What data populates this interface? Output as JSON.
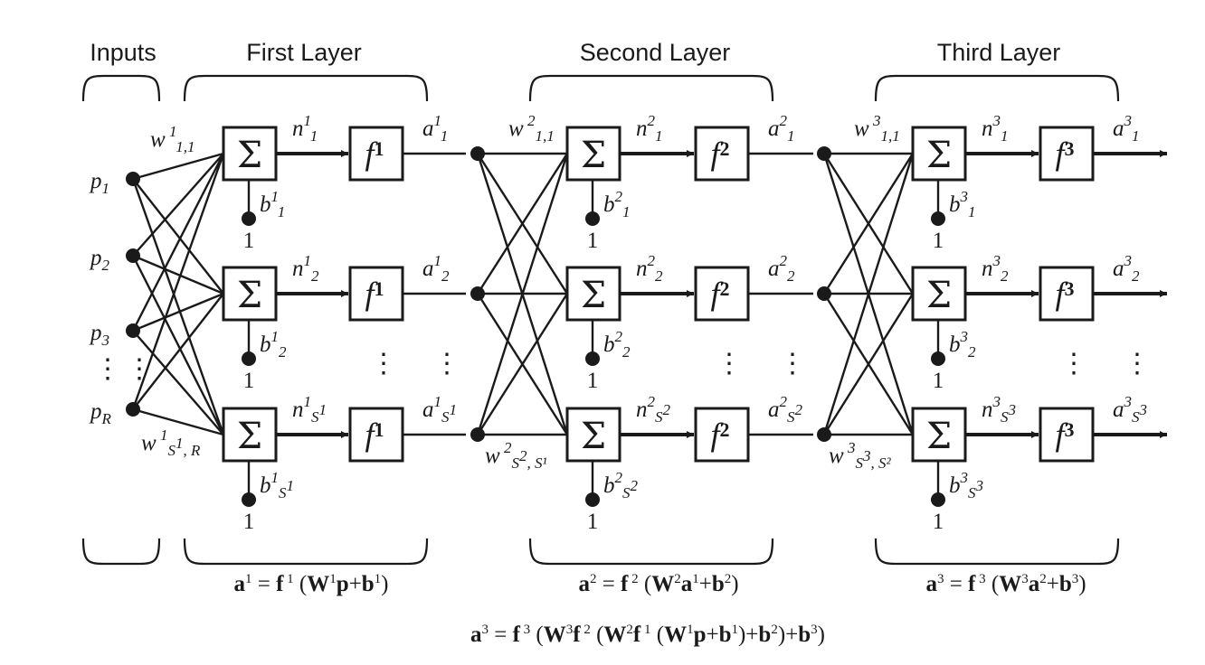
{
  "headers": {
    "inputs": "Inputs",
    "first_layer": "First Layer",
    "second_layer": "Second Layer",
    "third_layer": "Third Layer"
  },
  "symbols": {
    "sum": "Σ",
    "bias_input": "1",
    "vertical_dots": "⋮"
  },
  "inputs": [
    {
      "base": "p",
      "sub": "1"
    },
    {
      "base": "p",
      "sub": "2"
    },
    {
      "base": "p",
      "sub": "3"
    },
    {
      "base": "p",
      "sub": "R"
    }
  ],
  "layers": [
    {
      "f_base": "f",
      "f_sup": "1",
      "weight_top": {
        "base": "w",
        "sup": "1",
        "sub": "1,1"
      },
      "weight_bottom": {
        "base": "w",
        "sup": "1",
        "sub": "S",
        "subsup": "1",
        "tail": ", R"
      },
      "neurons": [
        {
          "n": {
            "base": "n",
            "sup": "1",
            "sub": "1"
          },
          "a": {
            "base": "a",
            "sup": "1",
            "sub": "1"
          },
          "b": {
            "base": "b",
            "sup": "1",
            "sub": "1"
          }
        },
        {
          "n": {
            "base": "n",
            "sup": "1",
            "sub": "2"
          },
          "a": {
            "base": "a",
            "sup": "1",
            "sub": "2"
          },
          "b": {
            "base": "b",
            "sup": "1",
            "sub": "2"
          }
        },
        {
          "n": {
            "base": "n",
            "sup": "1",
            "sub": "S",
            "subsup": "1"
          },
          "a": {
            "base": "a",
            "sup": "1",
            "sub": "S",
            "subsup": "1"
          },
          "b": {
            "base": "b",
            "sup": "1",
            "sub": "S",
            "subsup": "1"
          }
        }
      ],
      "equation": "a¹ = f ¹ (W¹p + b¹)"
    },
    {
      "f_base": "f",
      "f_sup": "2",
      "weight_top": {
        "base": "w",
        "sup": "2",
        "sub": "1,1"
      },
      "weight_bottom": {
        "base": "w",
        "sup": "2",
        "sub": "S",
        "subsup": "2",
        "tail": ", S¹"
      },
      "neurons": [
        {
          "n": {
            "base": "n",
            "sup": "2",
            "sub": "1"
          },
          "a": {
            "base": "a",
            "sup": "2",
            "sub": "1"
          },
          "b": {
            "base": "b",
            "sup": "2",
            "sub": "1"
          }
        },
        {
          "n": {
            "base": "n",
            "sup": "2",
            "sub": "2"
          },
          "a": {
            "base": "a",
            "sup": "2",
            "sub": "2"
          },
          "b": {
            "base": "b",
            "sup": "2",
            "sub": "2"
          }
        },
        {
          "n": {
            "base": "n",
            "sup": "2",
            "sub": "S",
            "subsup": "2"
          },
          "a": {
            "base": "a",
            "sup": "2",
            "sub": "S",
            "subsup": "2"
          },
          "b": {
            "base": "b",
            "sup": "2",
            "sub": "S",
            "subsup": "2"
          }
        }
      ],
      "equation": "a² = f ² (W²a¹ + b²)"
    },
    {
      "f_base": "f",
      "f_sup": "3",
      "weight_top": {
        "base": "w",
        "sup": "3",
        "sub": "1,1"
      },
      "weight_bottom": {
        "base": "w",
        "sup": "3",
        "sub": "S",
        "subsup": "3",
        "tail": ", S²"
      },
      "neurons": [
        {
          "n": {
            "base": "n",
            "sup": "3",
            "sub": "1"
          },
          "a": {
            "base": "a",
            "sup": "3",
            "sub": "1"
          },
          "b": {
            "base": "b",
            "sup": "3",
            "sub": "1"
          }
        },
        {
          "n": {
            "base": "n",
            "sup": "3",
            "sub": "2"
          },
          "a": {
            "base": "a",
            "sup": "3",
            "sub": "2"
          },
          "b": {
            "base": "b",
            "sup": "3",
            "sub": "2"
          }
        },
        {
          "n": {
            "base": "n",
            "sup": "3",
            "sub": "S",
            "subsup": "3"
          },
          "a": {
            "base": "a",
            "sup": "3",
            "sub": "S",
            "subsup": "3"
          },
          "b": {
            "base": "b",
            "sup": "3",
            "sub": "S",
            "subsup": "3"
          }
        }
      ],
      "equation": "a³ = f ³ (W³a² + b³)"
    }
  ],
  "overall_equation": "a³ = f ³ (W³f ² (W²f ¹ (W¹p + b¹) + b²) + b³)",
  "colors": {
    "ink": "#1a1a1a",
    "background": "#ffffff"
  }
}
